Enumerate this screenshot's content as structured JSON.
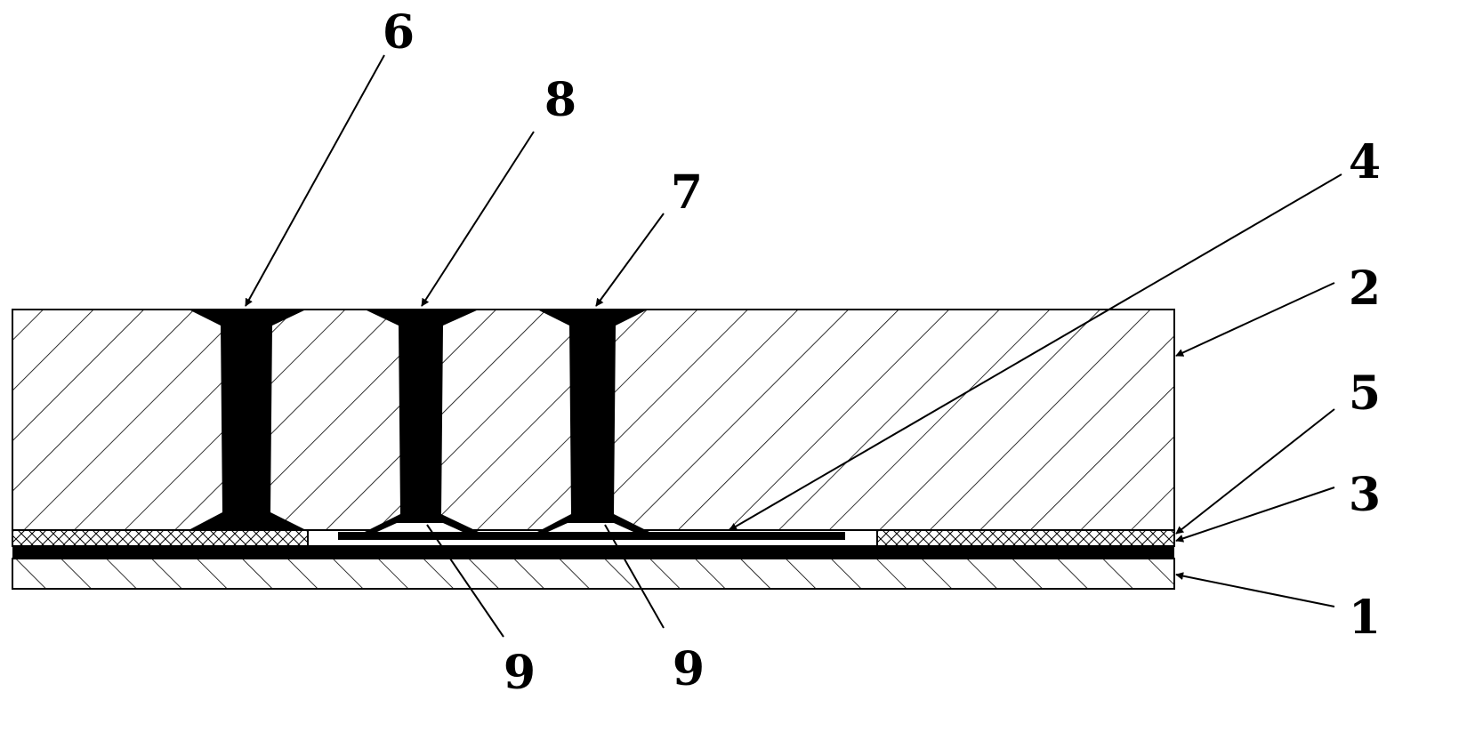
{
  "figure": {
    "callouts": [
      {
        "id": "label-6",
        "text": "6"
      },
      {
        "id": "label-8",
        "text": "8"
      },
      {
        "id": "label-7",
        "text": "7"
      },
      {
        "id": "label-4",
        "text": "4"
      },
      {
        "id": "label-2",
        "text": "2"
      },
      {
        "id": "label-5",
        "text": "5"
      },
      {
        "id": "label-3",
        "text": "3"
      },
      {
        "id": "label-1",
        "text": "1"
      },
      {
        "id": "label-9a",
        "text": "9"
      },
      {
        "id": "label-9b",
        "text": "9"
      }
    ]
  }
}
